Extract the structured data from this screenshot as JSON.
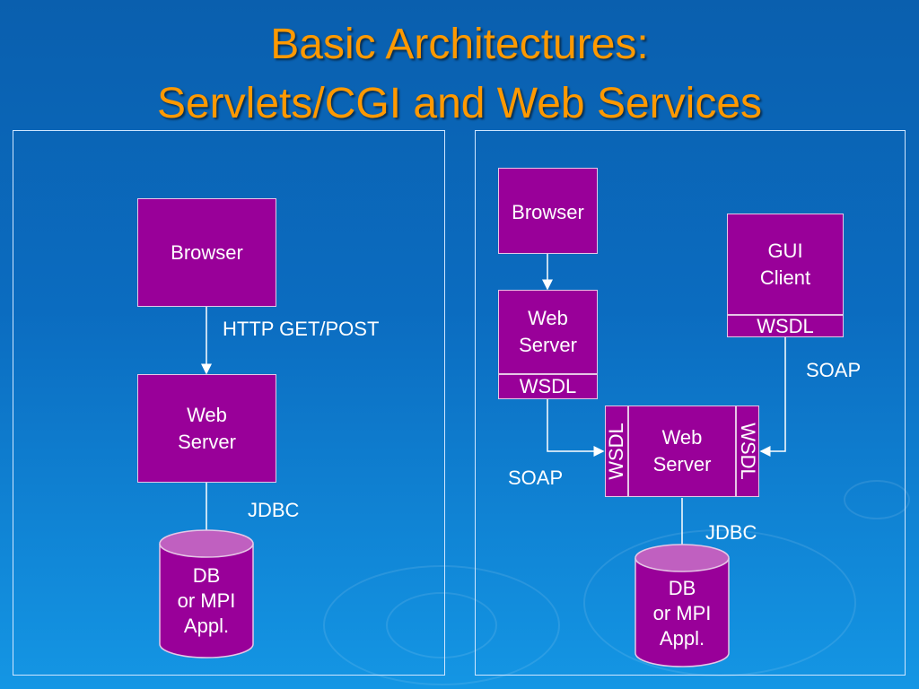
{
  "title": {
    "line1": "Basic Architectures:",
    "line2": "Servlets/CGI and Web Services"
  },
  "left": {
    "browser": "Browser",
    "web_server": [
      "Web",
      "Server"
    ],
    "db": [
      "DB",
      "or MPI",
      "Appl."
    ],
    "http_label": "HTTP GET/POST",
    "jdbc_label": "JDBC"
  },
  "right": {
    "browser": "Browser",
    "web_server_top": [
      "Web",
      "Server"
    ],
    "wsdl_top": "WSDL",
    "gui_client": [
      "GUI",
      "Client"
    ],
    "wsdl_gui": "WSDL",
    "soap_right": "SOAP",
    "soap_left": "SOAP",
    "wsdl_left": "WSDL",
    "web_server_center": [
      "Web",
      "Server"
    ],
    "wsdl_right": "WSDL",
    "jdbc_label": "JDBC",
    "db": [
      "DB",
      "or MPI",
      "Appl."
    ]
  },
  "colors": {
    "title": "#ff9900",
    "box_fill": "#990099",
    "cylinder_top": "#c060c0",
    "background_top": "#0a5fae",
    "background_bottom": "#1496e4"
  }
}
